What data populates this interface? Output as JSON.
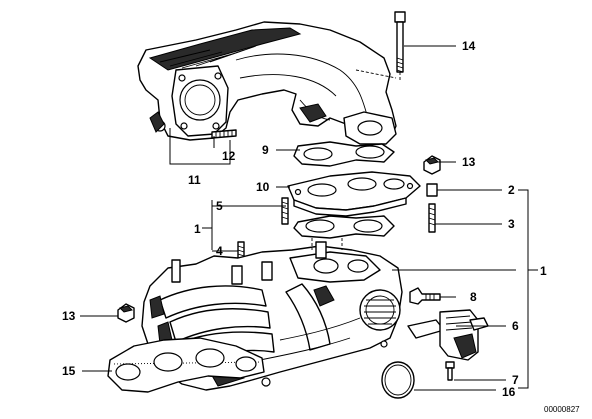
{
  "callouts": {
    "c14": "14",
    "c12": "12",
    "c11": "11",
    "c9": "9",
    "c13_top": "13",
    "c10": "10",
    "c2": "2",
    "c5": "5",
    "c3": "3",
    "c1_left": "1",
    "c4": "4",
    "c1_right": "1",
    "c8": "8",
    "c13_left": "13",
    "c6": "6",
    "c15": "15",
    "c7": "7",
    "c16": "16"
  },
  "diagram_code": "00000827"
}
